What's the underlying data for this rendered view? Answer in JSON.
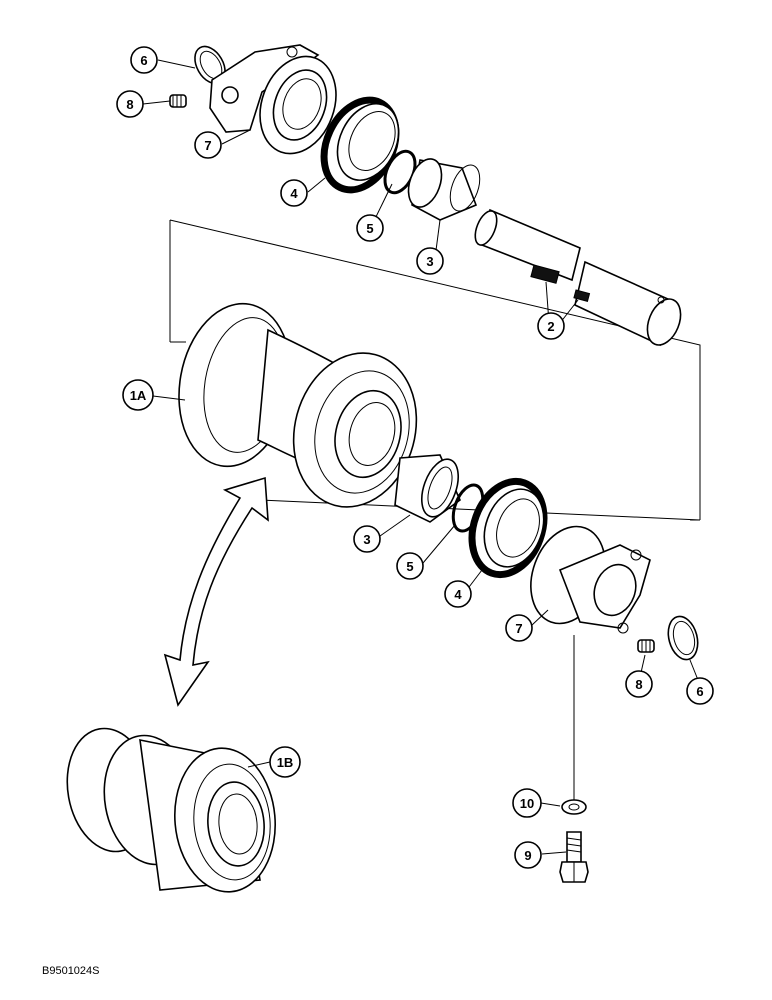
{
  "figure_code": "B9501024S",
  "callouts": [
    {
      "id": "c6a",
      "label": "6"
    },
    {
      "id": "c8a",
      "label": "8"
    },
    {
      "id": "c7a",
      "label": "7"
    },
    {
      "id": "c4a",
      "label": "4"
    },
    {
      "id": "c5a",
      "label": "5"
    },
    {
      "id": "c3a",
      "label": "3"
    },
    {
      "id": "c2",
      "label": "2"
    },
    {
      "id": "c1a",
      "label": "1A"
    },
    {
      "id": "c3b",
      "label": "3"
    },
    {
      "id": "c5b",
      "label": "5"
    },
    {
      "id": "c4b",
      "label": "4"
    },
    {
      "id": "c7b",
      "label": "7"
    },
    {
      "id": "c8b",
      "label": "8"
    },
    {
      "id": "c6b",
      "label": "6"
    },
    {
      "id": "c1b",
      "label": "1B"
    },
    {
      "id": "c10",
      "label": "10"
    },
    {
      "id": "c9",
      "label": "9"
    }
  ]
}
